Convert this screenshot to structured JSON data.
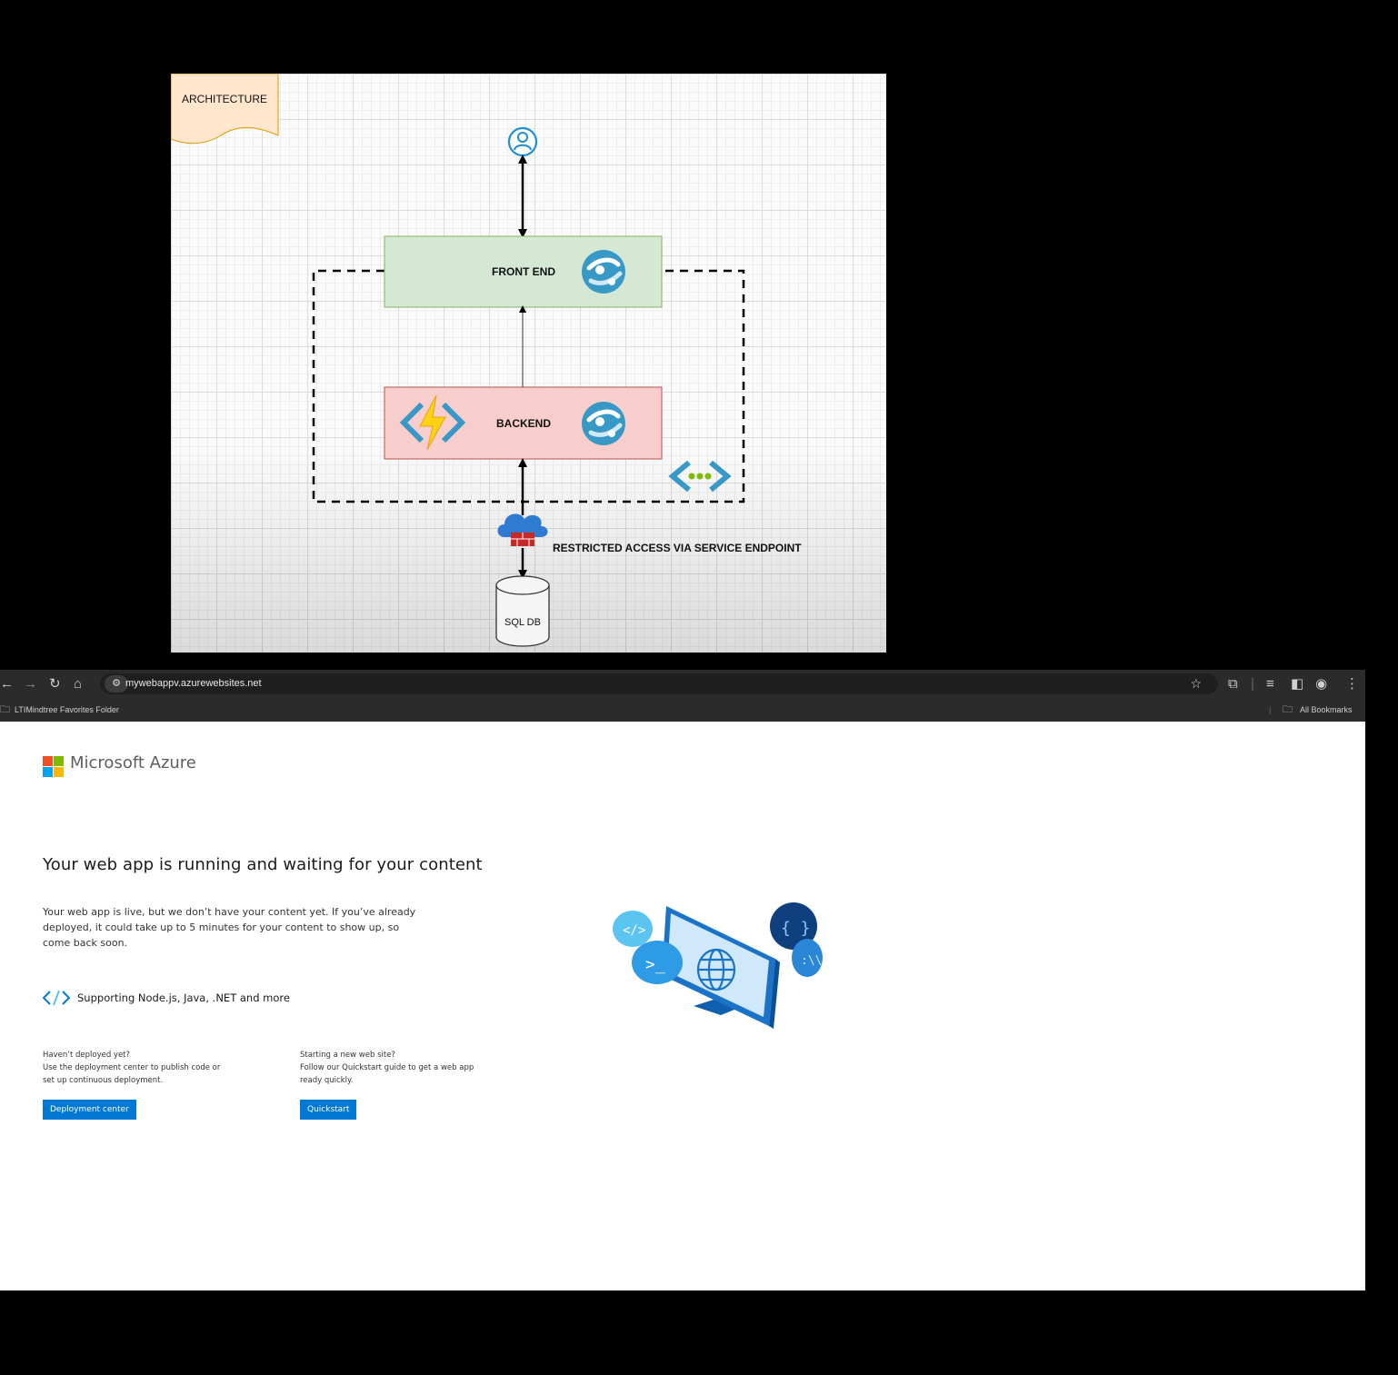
{
  "diagram": {
    "note_label": "ARCHITECTURE",
    "front_end_label": "FRONT END",
    "backend_label": "BACKEND",
    "endpoint_label": "RESTRICTED ACCESS VIA SERVICE ENDPOINT",
    "db_label": "SQL DB",
    "colors": {
      "front_end_fill": "#d5e8d4",
      "front_end_stroke": "#82b366",
      "backend_fill": "#f8cecc",
      "backend_stroke": "#b85450",
      "note_fill": "#ffe6cc",
      "note_stroke": "#d79b00",
      "azure_blue": "#3999c6"
    }
  },
  "browser": {
    "url": "mywebappv.azurewebsites.net",
    "bookmark_folder": "LTIMindtree Favorites Folder",
    "all_bookmarks": "All Bookmarks"
  },
  "page": {
    "brand": "Microsoft Azure",
    "headline": "Your web app is running and waiting for your content",
    "description": "Your web app is live, but we don’t have your content yet. If you’ve already deployed, it could take up to 5 minutes for your content to show up, so come back soon.",
    "support_text": "Supporting Node.js, Java, .NET and more",
    "left_col": {
      "line1": "Haven’t deployed yet?",
      "line2": "Use the deployment center to publish code or",
      "line3": "set up continuous deployment.",
      "button": "Deployment center"
    },
    "right_col": {
      "line1": "Starting a new web site?",
      "line2": "Follow our Quickstart guide to get a web app",
      "line3": "ready quickly.",
      "button": "Quickstart"
    },
    "colors": {
      "accent": "#0078d4"
    }
  }
}
